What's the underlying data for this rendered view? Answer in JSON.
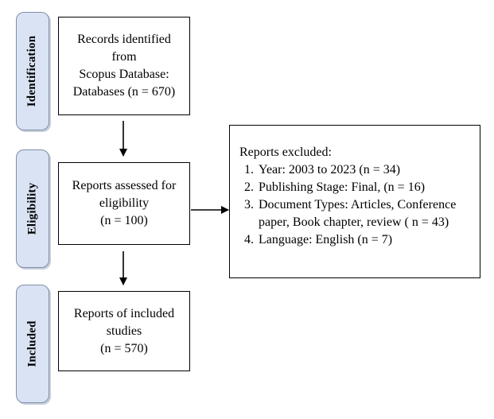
{
  "stages": {
    "identification": "Identification",
    "eligibility": "Eligibility",
    "included": "Included"
  },
  "identified": {
    "line1": "Records identified",
    "line2": "from",
    "line3": "Scopus Database:",
    "line4": "Databases (n = 670)"
  },
  "assessed": {
    "line1": "Reports assessed for",
    "line2": "eligibility",
    "line3": "(n = 100)"
  },
  "included": {
    "line1": "Reports of included",
    "line2": "studies",
    "line3": "(n = 570)"
  },
  "excluded": {
    "title": "Reports excluded:",
    "items": [
      {
        "num": "1.",
        "text": "Year: 2003 to 2023 (n = 34)"
      },
      {
        "num": "2.",
        "text": "Publishing Stage: Final, (n = 16)"
      },
      {
        "num": "3.",
        "text": "Document Types: Articles, Conference",
        "cont": "paper, Book chapter, review ( n = 43)"
      },
      {
        "num": "4.",
        "text": "Language: English (n = 7)"
      }
    ]
  }
}
